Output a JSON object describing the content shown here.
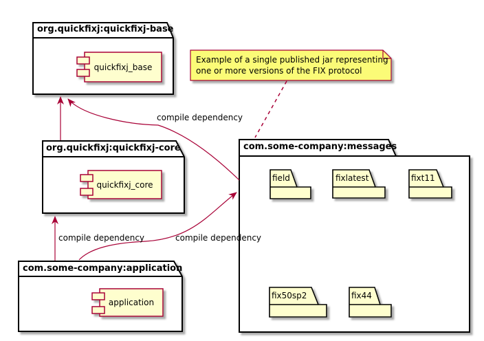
{
  "colors": {
    "accent": "#A80036",
    "shape_fill": "#FEFECE",
    "note_fill": "#FBFB77",
    "package_fill": "#FFFFFF",
    "border": "#000000"
  },
  "packages": {
    "base": {
      "title": "org.quickfixj:quickfixj-base",
      "component": "quickfixj_base"
    },
    "core": {
      "title": "org.quickfixj:quickfixj-core",
      "component": "quickfixj_core"
    },
    "application": {
      "title": "com.some-company:application",
      "component": "application"
    },
    "messages": {
      "title": "com.some-company:messages",
      "folders": [
        "field",
        "fixlatest",
        "fixt11",
        "fix50sp2",
        "fix44"
      ]
    }
  },
  "note": {
    "line1": "Example of a single published jar representing",
    "line2": "one or more versions of the FIX protocol"
  },
  "edges": {
    "messages_to_base": {
      "label": "compile dependency"
    },
    "app_to_core": {
      "label": "compile dependency"
    },
    "app_to_messages": {
      "label": "compile dependency"
    }
  }
}
